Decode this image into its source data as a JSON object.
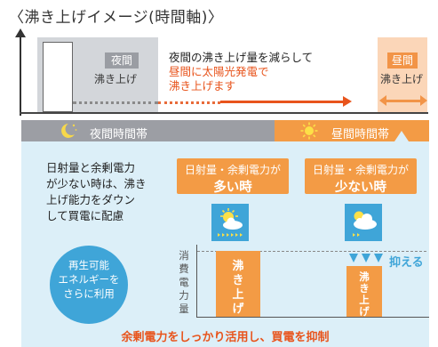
{
  "title": "〈沸き上げイメージ(時間軸)〉",
  "timeline": {
    "night_label": "夜間",
    "night_caption": "沸き上げ",
    "message_line1": "夜間の沸き上げ量を減らして",
    "message_line2": "昼間に太陽光発電で",
    "message_line3": "沸き上げます",
    "day_label": "昼間",
    "day_caption": "沸き上げ"
  },
  "band": {
    "night_label": "夜間時間帯",
    "day_label": "昼間時間帯"
  },
  "panel": {
    "left_text": [
      "日射量と余剰電力",
      "が少ない時は、沸き",
      "上げ能力をダウン",
      "して買電に配慮"
    ],
    "circle_text": [
      "再生可能",
      "エネルギーを",
      "さらに利用"
    ],
    "many_box": {
      "line1": "日射量・余剰電力が",
      "line2": "多い時"
    },
    "few_box": {
      "line1": "日射量・余剰電力が",
      "line2": "少ない時"
    },
    "consumption_label": "消費電力量",
    "bar_many_text": "沸き上げ",
    "bar_few_text": "沸き上げ",
    "suppress_label": "抑える",
    "bottom_caption": "余剰電力をしっかり活用し、買電を抑制"
  },
  "colors": {
    "orange": "#f39b45",
    "red_orange": "#e8541c",
    "blue": "#3fa5d8",
    "gray": "#9c9ea4",
    "panel_bg": "#dceff8"
  },
  "icons": {
    "moon": "moon-icon",
    "sun": "sun-icon",
    "sun_cloud": "sun-cloud-icon",
    "cloud_sun": "cloud-sun-icon"
  }
}
